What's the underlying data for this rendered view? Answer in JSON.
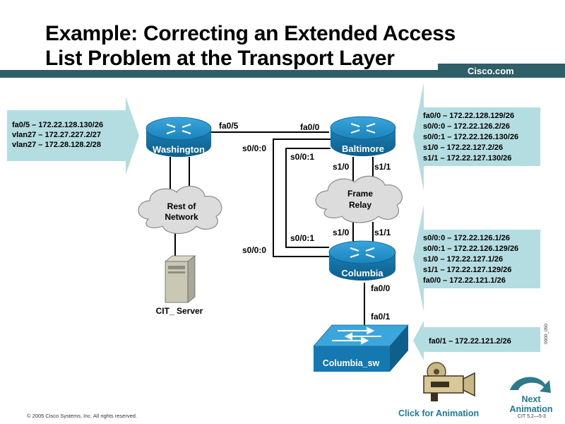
{
  "title": {
    "line1": "Example: Correcting an Extended Access",
    "line2": "List Problem at the Transport Layer"
  },
  "brand": "Cisco.com",
  "devices": {
    "washington": "Washington",
    "baltimore": "Baltimore",
    "columbia": "Columbia",
    "columbia_sw": "Columbia_sw",
    "server": "CIT_ Server"
  },
  "clouds": {
    "rest_line1": "Rest of",
    "rest_line2": "Network",
    "frame_line1": "Frame",
    "frame_line2": "Relay"
  },
  "interfaces": {
    "wash_fa05": "fa0/5",
    "balt_fa00": "fa0/0",
    "balt_s000": "s0/0:0",
    "balt_s001": "s0/0:1",
    "balt_s10": "s1/0",
    "balt_s11": "s1/1",
    "col_s10": "s1/0",
    "col_s11": "s1/1",
    "col_s001": "s0/0:1",
    "col_s000": "s0/0:0",
    "col_fa00": "fa0/0",
    "sw_fa01": "fa0/1"
  },
  "callouts": {
    "washington": [
      "fa0/5 – 172.22.128.130/26",
      "vlan27 – 172.27.227.2/27",
      "vlan27 – 172.28.128.2/28"
    ],
    "baltimore": [
      "fa0/0 – 172.22.128.129/26",
      "s0/0:0 – 172.22.126.2/26",
      "s0/0:1 – 172.22.126.130/26",
      "s1/0 – 172.22.127.2/26",
      "s1/1 – 172.22.127.130/26"
    ],
    "columbia": [
      "s0/0:0 – 172.22.126.1/26",
      "s0/0:1 – 172.22.126.129/26",
      "s1/0 – 172.22.127.1/26",
      "s1/1 – 172.22.127.129/26",
      "fa0/0 – 172.22.121.1/26"
    ],
    "switch": [
      "fa0/1 – 172.22.121.2/26"
    ]
  },
  "footer": {
    "copyright": "© 2005 Cisco Systems, Inc. All rights reserved.",
    "click_animation": "Click for Animation",
    "next_line1": "Next",
    "next_line2": "Animation",
    "course_code": "CIT 5.2—5-3",
    "figure_code": "0000_050"
  },
  "colors": {
    "router_blue": "#1a8ac4",
    "callout_fill": "#b4dde2",
    "band": "#2e5e68",
    "link_text": "#1d7a9a"
  }
}
